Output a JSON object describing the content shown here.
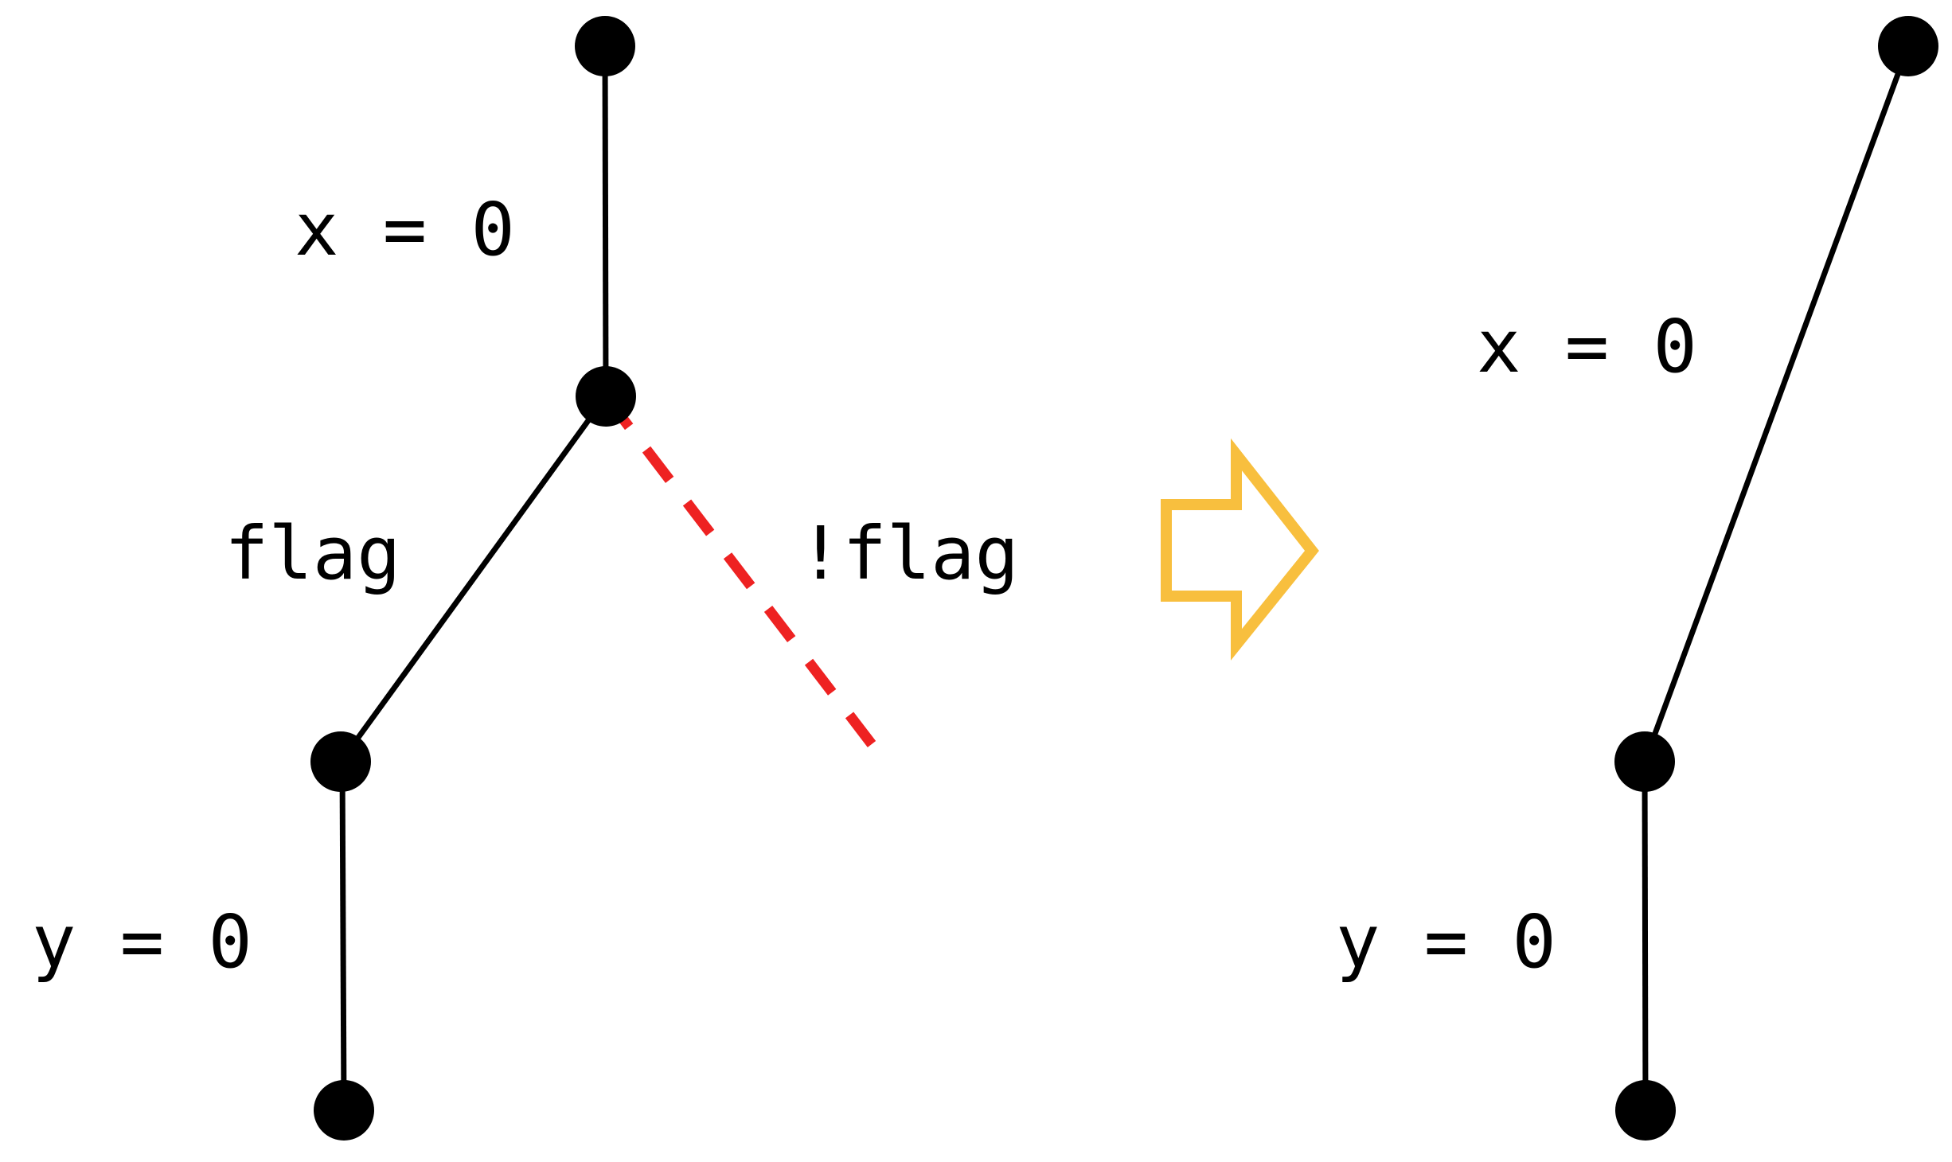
{
  "left_tree": {
    "labels": {
      "x_assign": "x = 0",
      "flag": "flag",
      "not_flag": "!flag",
      "y_assign": "y = 0"
    }
  },
  "right_tree": {
    "labels": {
      "x_assign": "x = 0",
      "y_assign": "y = 0"
    }
  },
  "colors": {
    "edge": "#000000",
    "pruned_edge": "#ee2222",
    "transform_arrow": "#f8bf3e"
  },
  "icons": {
    "transform": "hollow-right-arrow"
  }
}
